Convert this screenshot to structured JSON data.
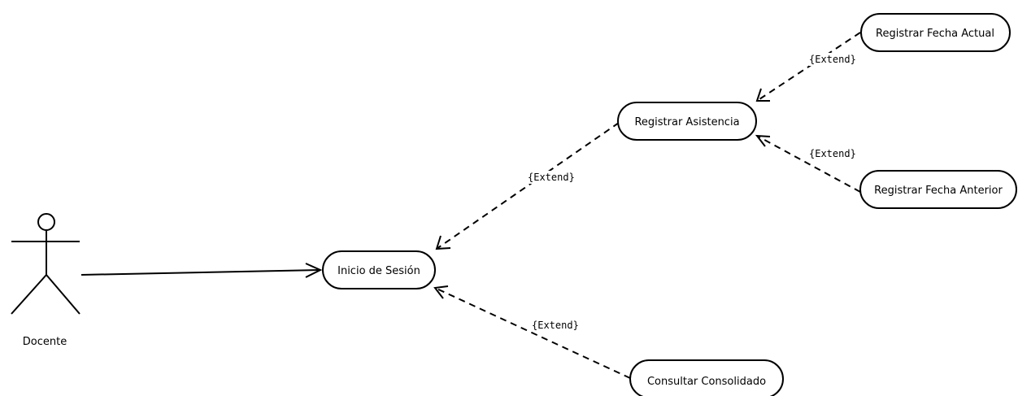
{
  "actor": {
    "label": "Docente"
  },
  "usecases": {
    "inicio_sesion": "Inicio de Sesión",
    "registrar_asistencia": "Registrar Asistencia",
    "registrar_fecha_actual": "Registrar Fecha Actual",
    "registrar_fecha_anterior": "Registrar Fecha Anterior",
    "consultar_consolidado": "Consultar Consolidado"
  },
  "relations": {
    "extend_label": "{Extend}"
  }
}
